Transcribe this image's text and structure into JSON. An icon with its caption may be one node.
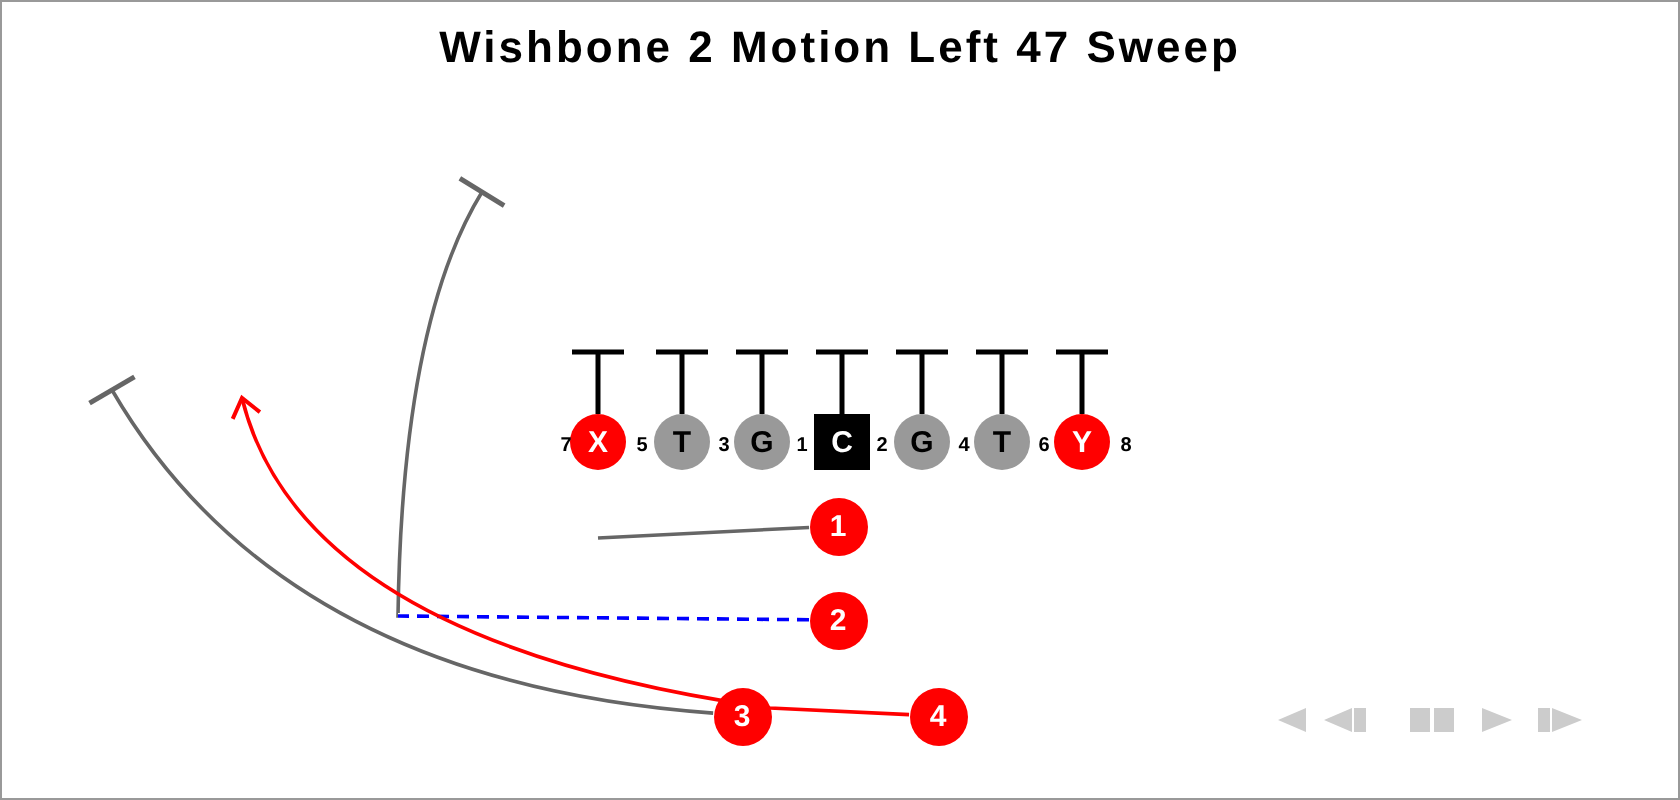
{
  "diagram": {
    "title": "Wishbone 2 Motion Left 47 Sweep",
    "nodes": [
      {
        "text": [
          "X"
        ]
      },
      {
        "text": [
          "T"
        ]
      },
      {
        "text": [
          "G"
        ]
      },
      {
        "text": [
          "C"
        ]
      },
      {
        "text": [
          "G"
        ]
      },
      {
        "text": [
          "T"
        ]
      },
      {
        "text": [
          "Y"
        ]
      },
      {
        "text": [
          "1"
        ]
      },
      {
        "text": [
          "2"
        ]
      },
      {
        "text": [
          "3"
        ]
      },
      {
        "text": [
          "4"
        ]
      }
    ],
    "edges": [
      {
        "from": 0,
        "to": null,
        "arrow": "other"
      },
      {
        "from": 1,
        "to": null,
        "arrow": "other"
      },
      {
        "from": 2,
        "to": null,
        "arrow": "other"
      },
      {
        "from": 3,
        "to": null,
        "arrow": "other"
      },
      {
        "from": 4,
        "to": null,
        "arrow": "other"
      },
      {
        "from": 5,
        "to": null,
        "arrow": "other"
      },
      {
        "from": 6,
        "to": null,
        "arrow": "other"
      },
      {
        "from": 7,
        "to": null,
        "arrow": "none",
        "color": "#666666"
      },
      {
        "from": 8,
        "to": null,
        "arrow": "none",
        "style": "dashed",
        "color": "#0000ff"
      },
      {
        "from": 9,
        "to": null,
        "arrow": "other",
        "color": "#666666"
      },
      {
        "from": 10,
        "to": null,
        "arrow": "to",
        "color": "#ff0000"
      },
      {
        "from": 8,
        "to": null,
        "arrow": "other",
        "color": "#666666"
      }
    ],
    "labels": [
      "7",
      "5",
      "3",
      "1",
      "2",
      "4",
      "6",
      "8"
    ]
  }
}
